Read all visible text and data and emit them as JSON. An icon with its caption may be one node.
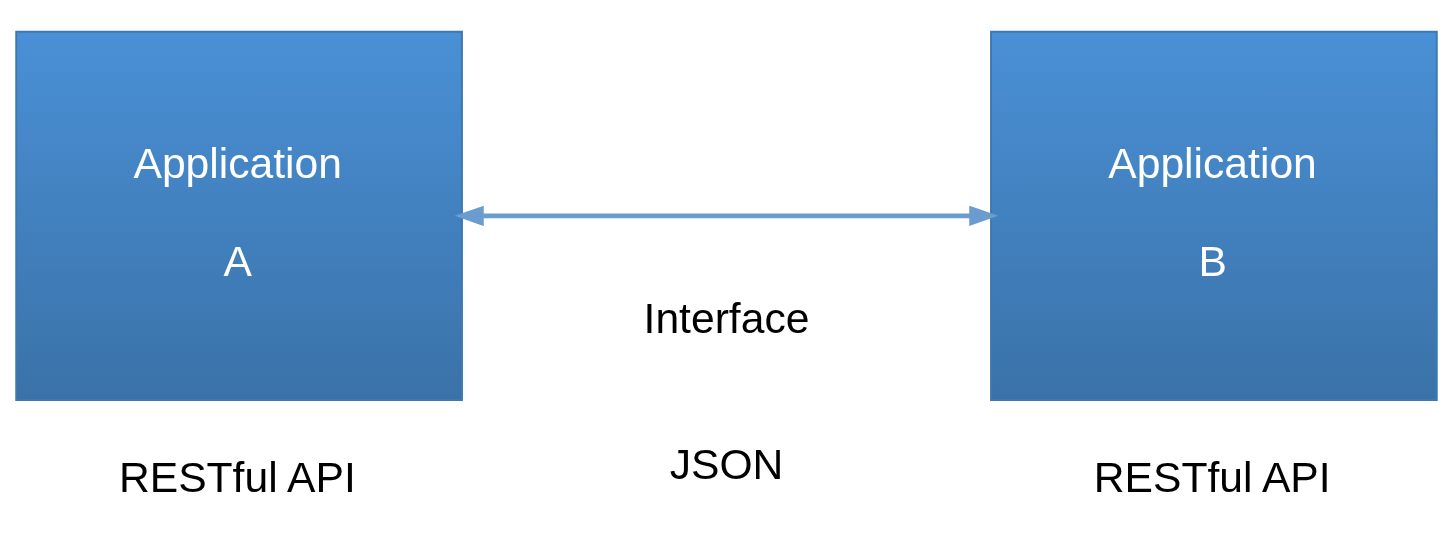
{
  "diagram": {
    "nodes": [
      {
        "text": [
          "Application",
          "A"
        ],
        "beside": [
          "RESTful API"
        ]
      },
      {
        "text": [
          "Application",
          "B"
        ],
        "beside": [
          "RESTful API"
        ]
      }
    ],
    "edges": [
      {
        "from": 0,
        "to": 1,
        "arrow": "both"
      }
    ],
    "labels": [
      "Interface",
      "JSON"
    ]
  }
}
